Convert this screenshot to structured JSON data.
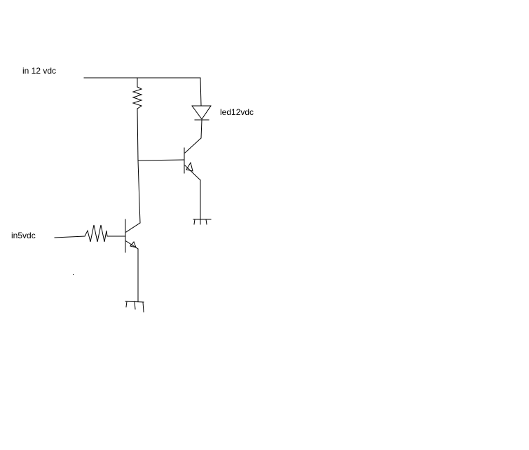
{
  "labels": {
    "supply_12v": "in 12 vdc",
    "led": "led12vdc",
    "input_5v": "in5vdc"
  },
  "colors": {
    "background": "#ffffff",
    "ink": "#000000"
  }
}
